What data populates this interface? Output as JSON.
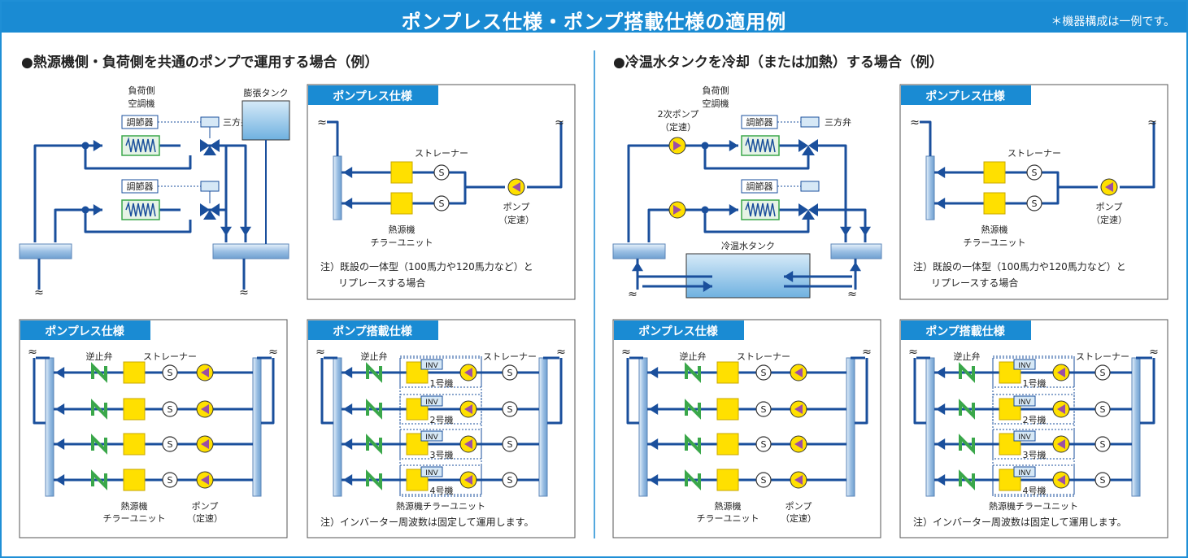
{
  "header": {
    "title": "ポンプレス仕様・ポンプ搭載仕様の適用例",
    "note": "＊機器構成は一例です。"
  },
  "left": {
    "heading": "●熱源機側・負荷側を共通のポンプで運用する場合（例）",
    "load_label_1": "負荷側",
    "load_label_2": "空調機",
    "regulator": "調節器",
    "three_way": "三方弁",
    "expansion_tank": "膨張タンク"
  },
  "right": {
    "heading": "●冷温水タンクを冷却（または加熱）する場合（例）",
    "pump2_1": "2次ポンプ",
    "pump2_2": "（定速）",
    "load_label_1": "負荷側",
    "load_label_2": "空調機",
    "regulator": "調節器",
    "three_way": "三方弁",
    "tank": "冷温水タンク"
  },
  "panels": {
    "pumpless": "ポンプレス仕様",
    "pump_mounted": "ポンプ搭載仕様",
    "strainer": "ストレーナー",
    "pump_1": "ポンプ",
    "pump_2": "（定速）",
    "heat_source_1": "熱源機",
    "heat_source_2": "チラーユニット",
    "heat_source_full": "熱源機チラーユニット",
    "check_valve": "逆止弁",
    "inv": "INV",
    "units": [
      "1号機",
      "2号機",
      "3号機",
      "4号機"
    ],
    "note_replace_1": "注）既設の一体型（100馬力や120馬力など）と",
    "note_replace_2": "リプレースする場合",
    "note_inverter": "注）インバーター周波数は固定して運用します。",
    "s": "S",
    "wave": "≈"
  },
  "colors": {
    "pipe": "#1a4f9c",
    "accent": "#1a8bd3",
    "chiller": "#ffe000",
    "pump": "#9b4fa5",
    "coil": "#3aa74a",
    "header": "#a6c6e6"
  }
}
